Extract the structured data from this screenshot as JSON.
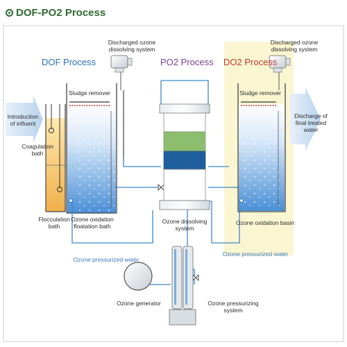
{
  "title": "DOF-PO2 Process",
  "sections": {
    "dof": "DOF Process",
    "po2": "PO2 Process",
    "do2": "DO2 Process"
  },
  "labels": {
    "introduction": "Introduction\nof influent",
    "coagulation": "Coagulation\nbath",
    "flocculation": "Flocculation\nbath",
    "ozone_oxidation_flotation": "Ozone oxidation\nfloatation bath",
    "sludge_remover_left": "Sludge remover",
    "sludge_remover_right": "Sludge remover",
    "discharged_ozone_left": "Discharged ozone\ndissolving system",
    "discharged_ozone_right": "Discharged ozone\ndissolving system",
    "discharge_final": "Discharge of\nfinal treated\nwater",
    "ozone_dissolving": "Ozone dissolving\nsystem",
    "ozone_oxidation_basin": "Ozone oxidation basin",
    "ozone_pressurized_left": "Ozone pressurized water",
    "ozone_pressurized_right": "Ozone pressurized water",
    "ozone_generator": "Ozone generator",
    "ozone_pressurizing": "Ozone pressurizing system"
  },
  "colors": {
    "title_green": "#2e6b32",
    "dof_blue": "#2b6fb8",
    "po2_purple": "#7b3f8c",
    "do2_red": "#c0392b",
    "water_blue": "#4a8fd6",
    "pipe": "#3a86c8",
    "highlight": "#fbf6d2",
    "arrow": "#cfe2f3"
  }
}
